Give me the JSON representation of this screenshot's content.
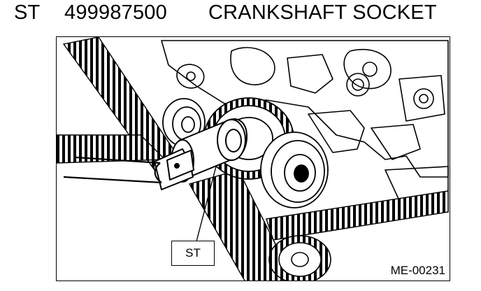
{
  "header": {
    "prefix": "ST",
    "part_number": "499987500",
    "description": "CRANKSHAFT SOCKET"
  },
  "figure": {
    "callout_label": "ST",
    "figure_id": "ME-00231"
  },
  "colors": {
    "ink": "#000000",
    "background": "#ffffff"
  }
}
